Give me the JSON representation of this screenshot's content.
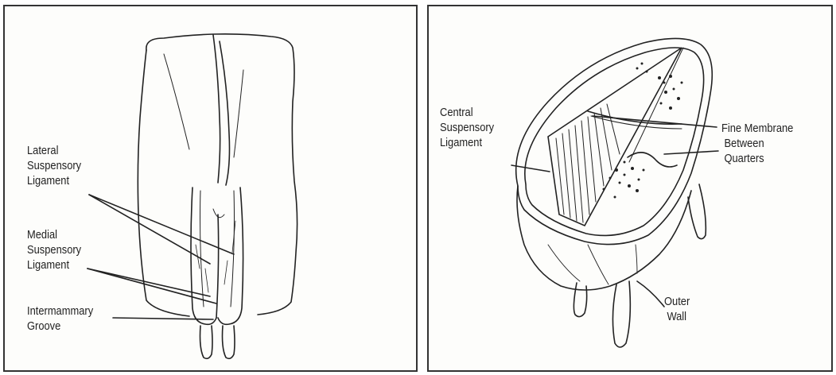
{
  "left_panel": {
    "labels": {
      "lateral": [
        "Lateral",
        "Suspensory",
        "Ligament"
      ],
      "medial": [
        "Medial",
        "Suspensory",
        "Ligament"
      ],
      "groove": [
        "Intermammary",
        "Groove"
      ]
    }
  },
  "right_panel": {
    "labels": {
      "central": [
        "Central",
        "Suspensory",
        "Ligament"
      ],
      "membrane": [
        "Fine Membrane",
        "Between",
        "Quarters"
      ],
      "outer": [
        "Outer",
        "Wall"
      ]
    }
  }
}
